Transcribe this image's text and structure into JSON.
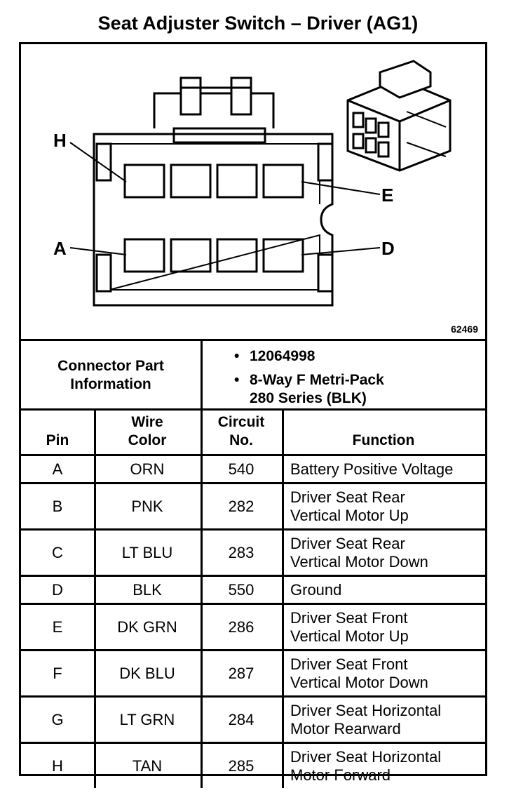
{
  "title": "Seat Adjuster Switch – Driver (AG1)",
  "figure_number": "62469",
  "pin_callouts": {
    "h": "H",
    "e": "E",
    "a": "A",
    "d": "D"
  },
  "connector_info": {
    "label_line1": "Connector Part",
    "label_line2": "Information",
    "part_number": "12064998",
    "description_line1": "8-Way F Metri-Pack",
    "description_line2": "280 Series (BLK)"
  },
  "table": {
    "headers": {
      "pin": "Pin",
      "wire_color_line1": "Wire",
      "wire_color_line2": "Color",
      "circuit_line1": "Circuit",
      "circuit_line2": "No.",
      "function": "Function"
    },
    "rows": [
      {
        "pin": "A",
        "wire": "ORN",
        "circuit": "540",
        "f1": "Battery Positive Voltage",
        "f2": ""
      },
      {
        "pin": "B",
        "wire": "PNK",
        "circuit": "282",
        "f1": "Driver Seat Rear",
        "f2": "Vertical Motor Up"
      },
      {
        "pin": "C",
        "wire": "LT BLU",
        "circuit": "283",
        "f1": "Driver Seat Rear",
        "f2": "Vertical Motor Down"
      },
      {
        "pin": "D",
        "wire": "BLK",
        "circuit": "550",
        "f1": "Ground",
        "f2": ""
      },
      {
        "pin": "E",
        "wire": "DK GRN",
        "circuit": "286",
        "f1": "Driver Seat Front",
        "f2": "Vertical Motor Up"
      },
      {
        "pin": "F",
        "wire": "DK BLU",
        "circuit": "287",
        "f1": "Driver Seat Front",
        "f2": "Vertical Motor Down"
      },
      {
        "pin": "G",
        "wire": "LT GRN",
        "circuit": "284",
        "f1": "Driver Seat Horizontal",
        "f2": "Motor Rearward"
      },
      {
        "pin": "H",
        "wire": "TAN",
        "circuit": "285",
        "f1": "Driver Seat Horizontal",
        "f2": "Motor Forward"
      }
    ]
  }
}
